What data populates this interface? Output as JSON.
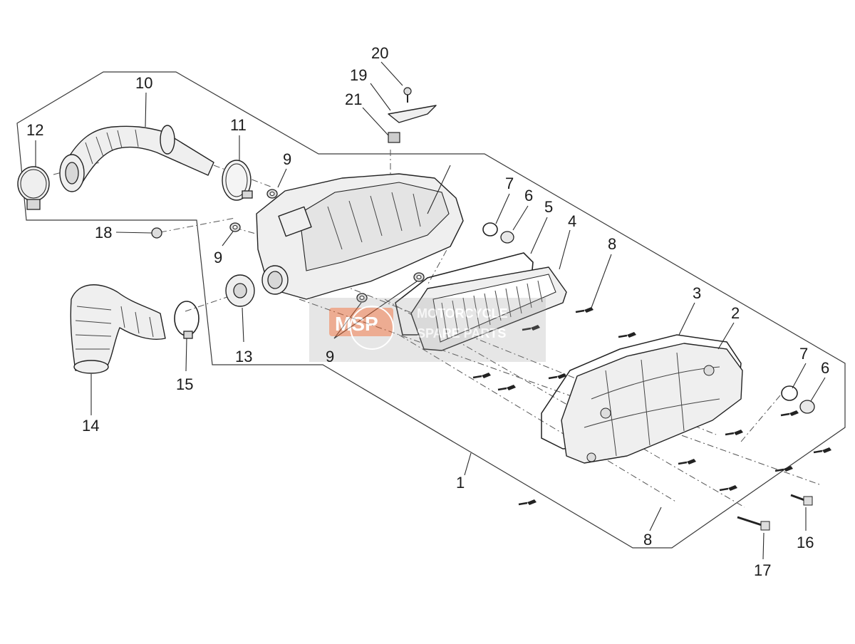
{
  "callouts": {
    "c1": "1",
    "c2": "2",
    "c3": "3",
    "c4": "4",
    "c5": "5",
    "c6a": "6",
    "c6b": "6",
    "c7a": "7",
    "c7b": "7",
    "c8a": "8",
    "c8b": "8",
    "c9a": "9",
    "c9b": "9",
    "c9c": "9",
    "c10": "10",
    "c11": "11",
    "c12": "12",
    "c13": "13",
    "c14": "14",
    "c15": "15",
    "c16": "16",
    "c17": "17",
    "c18": "18",
    "c19": "19",
    "c20": "20",
    "c21": "21"
  },
  "watermark": {
    "logo": "MSP",
    "line1": "MOTORCYCLE",
    "line2": "SPARE PARTS",
    "color": "#e06a3a"
  }
}
